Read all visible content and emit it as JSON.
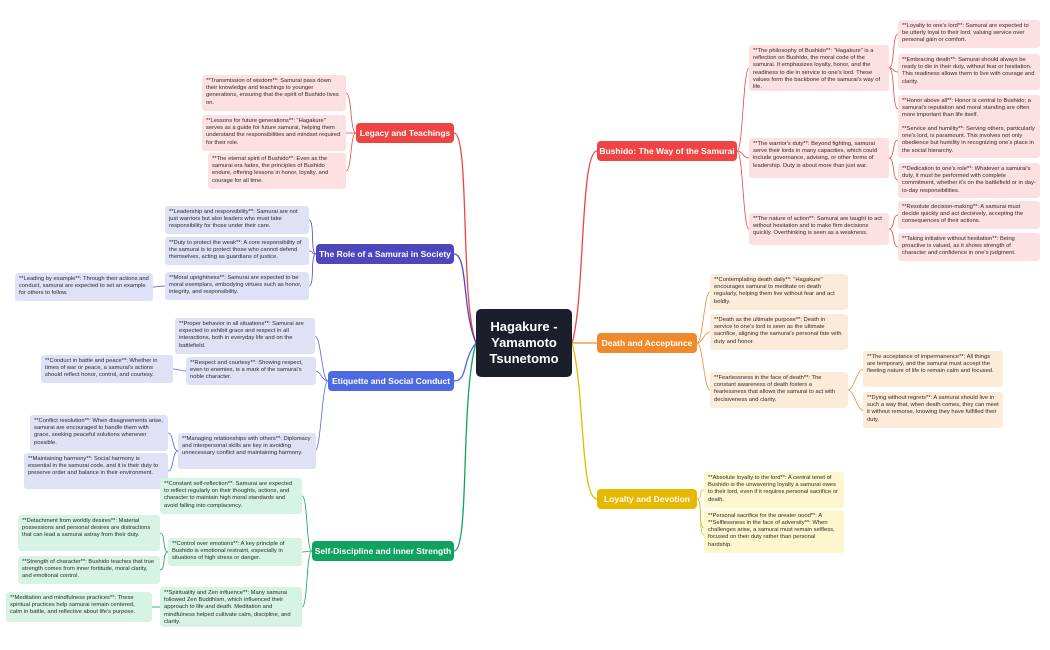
{
  "center": {
    "label": "Hagakure - Yamamoto Tsunetomo"
  },
  "colors": {
    "center": "#1a1f2b",
    "red": "#ef4444",
    "blue": "#4f46bd",
    "orange": "#ef8a2c",
    "yellow": "#e6b800",
    "green": "#10a25e"
  },
  "branches": {
    "bushido": "Bushido: The Way of the Samurai",
    "death": "Death and Acceptance",
    "loyalty": "Loyalty and Devotion",
    "legacy": "Legacy and Teachings",
    "role": "The Role of a Samurai in Society",
    "etiquette": "Etiquette and Social Conduct",
    "discipline": "Self-Discipline and Inner Strength"
  },
  "nodes": {
    "bushido_philosophy": "**The philosophy of Bushido**: \"Hagakure\" is a reflection on Bushido, the moral code of the samurai. It emphasizes loyalty, honor, and the readiness to die in service to one's lord. These values form the backbone of the samurai's way of life.",
    "bushido_loyalty_lord": "**Loyalty to one's lord**: Samurai are expected to be utterly loyal to their lord, valuing service over personal gain or comfort.",
    "bushido_embracing_death": "**Embracing death**: Samurai should always be ready to die in their duty, without fear or hesitation. This readiness allows them to live with courage and clarity.",
    "bushido_honor": "**Honor above all**: Honor is central to Bushido; a samurai's reputation and moral standing are often more important than life itself.",
    "bushido_warriors_duty": "**The warrior's duty**: Beyond fighting, samurai serve their lords in many capacities, which could include governance, advising, or other forms of leadership. Duty is about more than just war.",
    "bushido_service": "**Service and humility**: Serving others, particularly one's lord, is paramount. This involves not only obedience but humility in recognizing one's place in the social hierarchy.",
    "bushido_dedication": "**Dedication to one's role**: Whatever a samurai's duty, it must be performed with complete commitment, whether it's on the battlefield or in day-to-day responsibilities.",
    "bushido_nature_action": "**The nature of action**: Samurai are taught to act without hesitation and to make firm decisions quickly. Overthinking is seen as a weakness.",
    "bushido_resolute": "**Resolute decision-making**: A samurai must decide quickly and act decisively, accepting the consequences of their actions.",
    "bushido_initiative": "**Taking initiative without hesitation**: Being proactive is valued, as it shows strength of character and confidence in one's judgment.",
    "death_daily": "**Contemplating death daily**: \"Hagakure\" encourages samurai to meditate on death regularly, helping them live without fear and act boldly.",
    "death_purpose": "**Death as the ultimate purpose**: Death in service to one's lord is seen as the ultimate sacrifice, aligning the samurai's personal fate with duty and honor.",
    "death_fearlessness": "**Fearlessness in the face of death**: The constant awareness of death fosters a fearlessness that allows the samurai to act with decisiveness and clarity.",
    "death_impermanence": "**The acceptance of impermanence**: All things are temporary, and the samurai must accept the fleeting nature of life to remain calm and focused.",
    "death_regrets": "**Dying without regrets**: A samurai should live in such a way that, when death comes, they can meet it without remorse, knowing they have fulfilled their duty.",
    "loyalty_absolute": "**Absolute loyalty to the lord**: A central tenet of Bushido is the unwavering loyalty a samurai owes to their lord, even if it requires personal sacrifice or death.",
    "loyalty_sacrifice": "**Personal sacrifice for the greater good**: A samurai is expected to place the needs of their lord, the clan, or society above their own, even if it means giving up personal desires.",
    "loyalty_selflessness": "**Selflessness in the face of adversity**: When challenges arise, a samurai must remain selfless, focused on their duty rather than personal hardship.",
    "legacy_transmission": "**Transmission of wisdom**: Samurai pass down their knowledge and teachings to younger generations, ensuring that the spirit of Bushido lives on.",
    "legacy_lessons": "**Lessons for future generations**: \"Hagakure\" serves as a guide for future samurai, helping them understand the responsibilities and mindset required for their role.",
    "legacy_eternal": "**The eternal spirit of Bushido**: Even as the samurai era fades, the principles of Bushido endure, offering lessons in honor, loyalty, and courage for all time.",
    "role_leadership": "**Leadership and responsibility**: Samurai are not just warriors but also leaders who must take responsibility for those under their care.",
    "role_protect": "**Duty to protect the weak**: A core responsibility of the samurai is to protect those who cannot defend themselves, acting as guardians of justice.",
    "role_moral": "**Moral uprightness**: Samurai are expected to be moral exemplars, embodying virtues such as honor, integrity, and responsibility.",
    "role_example": "**Leading by example**: Through their actions and conduct, samurai are expected to set an example for others to follow.",
    "etiquette_proper": "**Proper behavior in all situations**: Samurai are expected to exhibit grace and respect in all interactions, both in everyday life and on the battlefield.",
    "etiquette_respect": "**Respect and courtesy**: Showing respect, even to enemies, is a mark of the samurai's noble character.",
    "etiquette_conduct": "**Conduct in battle and peace**: Whether in times of war or peace, a samurai's actions should reflect honor, control, and courtesy.",
    "etiquette_conflict": "**Conflict resolution**: When disagreements arise, samurai are encouraged to handle them with grace, seeking peaceful solutions whenever possible.",
    "etiquette_relationships": "**Managing relationships with others**: Diplomacy and interpersonal skills are key in avoiding unnecessary conflict and maintaining harmony.",
    "etiquette_harmony": "**Maintaining harmony**: Social harmony is essential in the samurai code, and it is their duty to preserve order and balance in their environment.",
    "discipline_reflection": "**Constant self-reflection**: Samurai are expected to reflect regularly on their thoughts, actions, and character to maintain high moral standards and avoid falling into complacency.",
    "discipline_detachment": "**Detachment from worldly desires**: Material possessions and personal desires are distractions that can lead a samurai astray from their duty.",
    "discipline_control": "**Control over emotions**: A key principle of Bushido is emotional restraint, especially in situations of high stress or danger.",
    "discipline_strength": "**Strength of character**: Bushido teaches that true strength comes from inner fortitude, moral clarity, and emotional control.",
    "discipline_zen": "**Spirituality and Zen influence**: Many samurai followed Zen Buddhism, which influenced their approach to life and death. Meditation and mindfulness helped cultivate calm, discipline, and clarity.",
    "discipline_meditation": "**Meditation and mindfulness practices**: These spiritual practices help samurai remain centered, calm in battle, and reflective about life's purpose."
  }
}
